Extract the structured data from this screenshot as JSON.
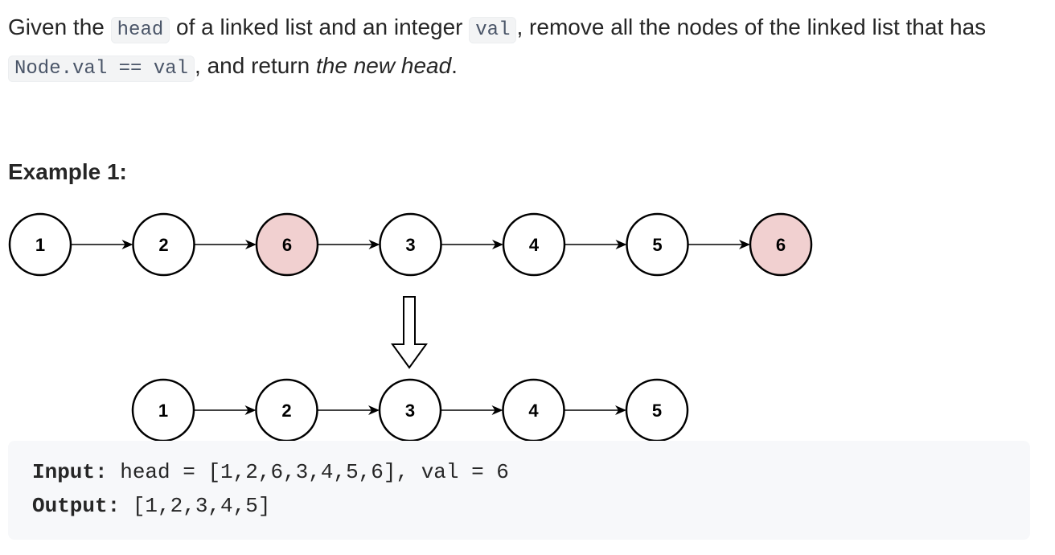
{
  "problem": {
    "part1": "Given the ",
    "code_head": "head",
    "part2": " of a linked list and an integer ",
    "code_val": "val",
    "part3": ", remove all the nodes of the linked list that has ",
    "code_condition": "Node.val == val",
    "part4": ", and return ",
    "emphasis": "the new head",
    "part5": "."
  },
  "example": {
    "heading": "Example 1:",
    "diagram": {
      "before_nodes": [
        "1",
        "2",
        "6",
        "3",
        "4",
        "5",
        "6"
      ],
      "removed_value": "6",
      "after_nodes": [
        "1",
        "2",
        "3",
        "4",
        "5"
      ],
      "colors": {
        "removed_fill": "#f1d0d0",
        "node_fill": "#ffffff",
        "stroke": "#000000"
      }
    },
    "input_label": "Input:",
    "input_value": " head = [1,2,6,3,4,5,6], val = 6",
    "output_label": "Output:",
    "output_value": " [1,2,3,4,5]"
  }
}
